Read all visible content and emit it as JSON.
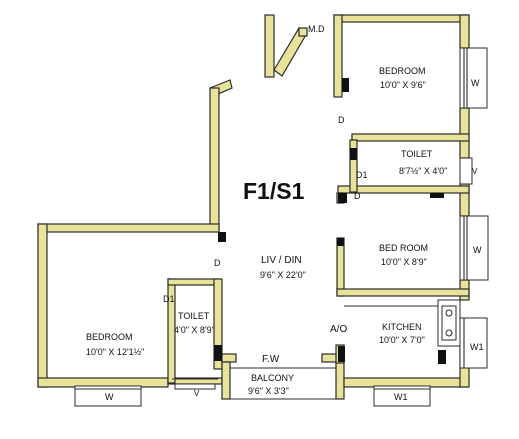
{
  "plan": {
    "title": "F1/S1",
    "rooms": {
      "bedroom_top": {
        "name": "BEDROOM",
        "size": "10'0\" X 9'6\""
      },
      "toilet_top": {
        "name": "TOILET",
        "size": "8'7½\" X 4'0\""
      },
      "bed_room_right": {
        "name": "BED ROOM",
        "size": "10'0\" X 8'9\""
      },
      "liv_din": {
        "name": "LIV / DIN",
        "size": "9'6\" X 22'0\""
      },
      "bedroom_left": {
        "name": "BEDROOM",
        "size": "10'0\" X 12'1½\""
      },
      "toilet_left": {
        "name": "TOILET",
        "size": "4'0\" X 8'9\""
      },
      "kitchen": {
        "name": "KITCHEN",
        "size": "10'0\" X 7'0\""
      },
      "balcony": {
        "name": "BALCONY",
        "size": "9'6\" X 3'3\""
      }
    },
    "marks": {
      "md": "M.D",
      "d": "D",
      "d1": "D1",
      "ao": "A/O",
      "fw": "F.W",
      "w": "W",
      "w1": "W1",
      "v": "V"
    }
  }
}
